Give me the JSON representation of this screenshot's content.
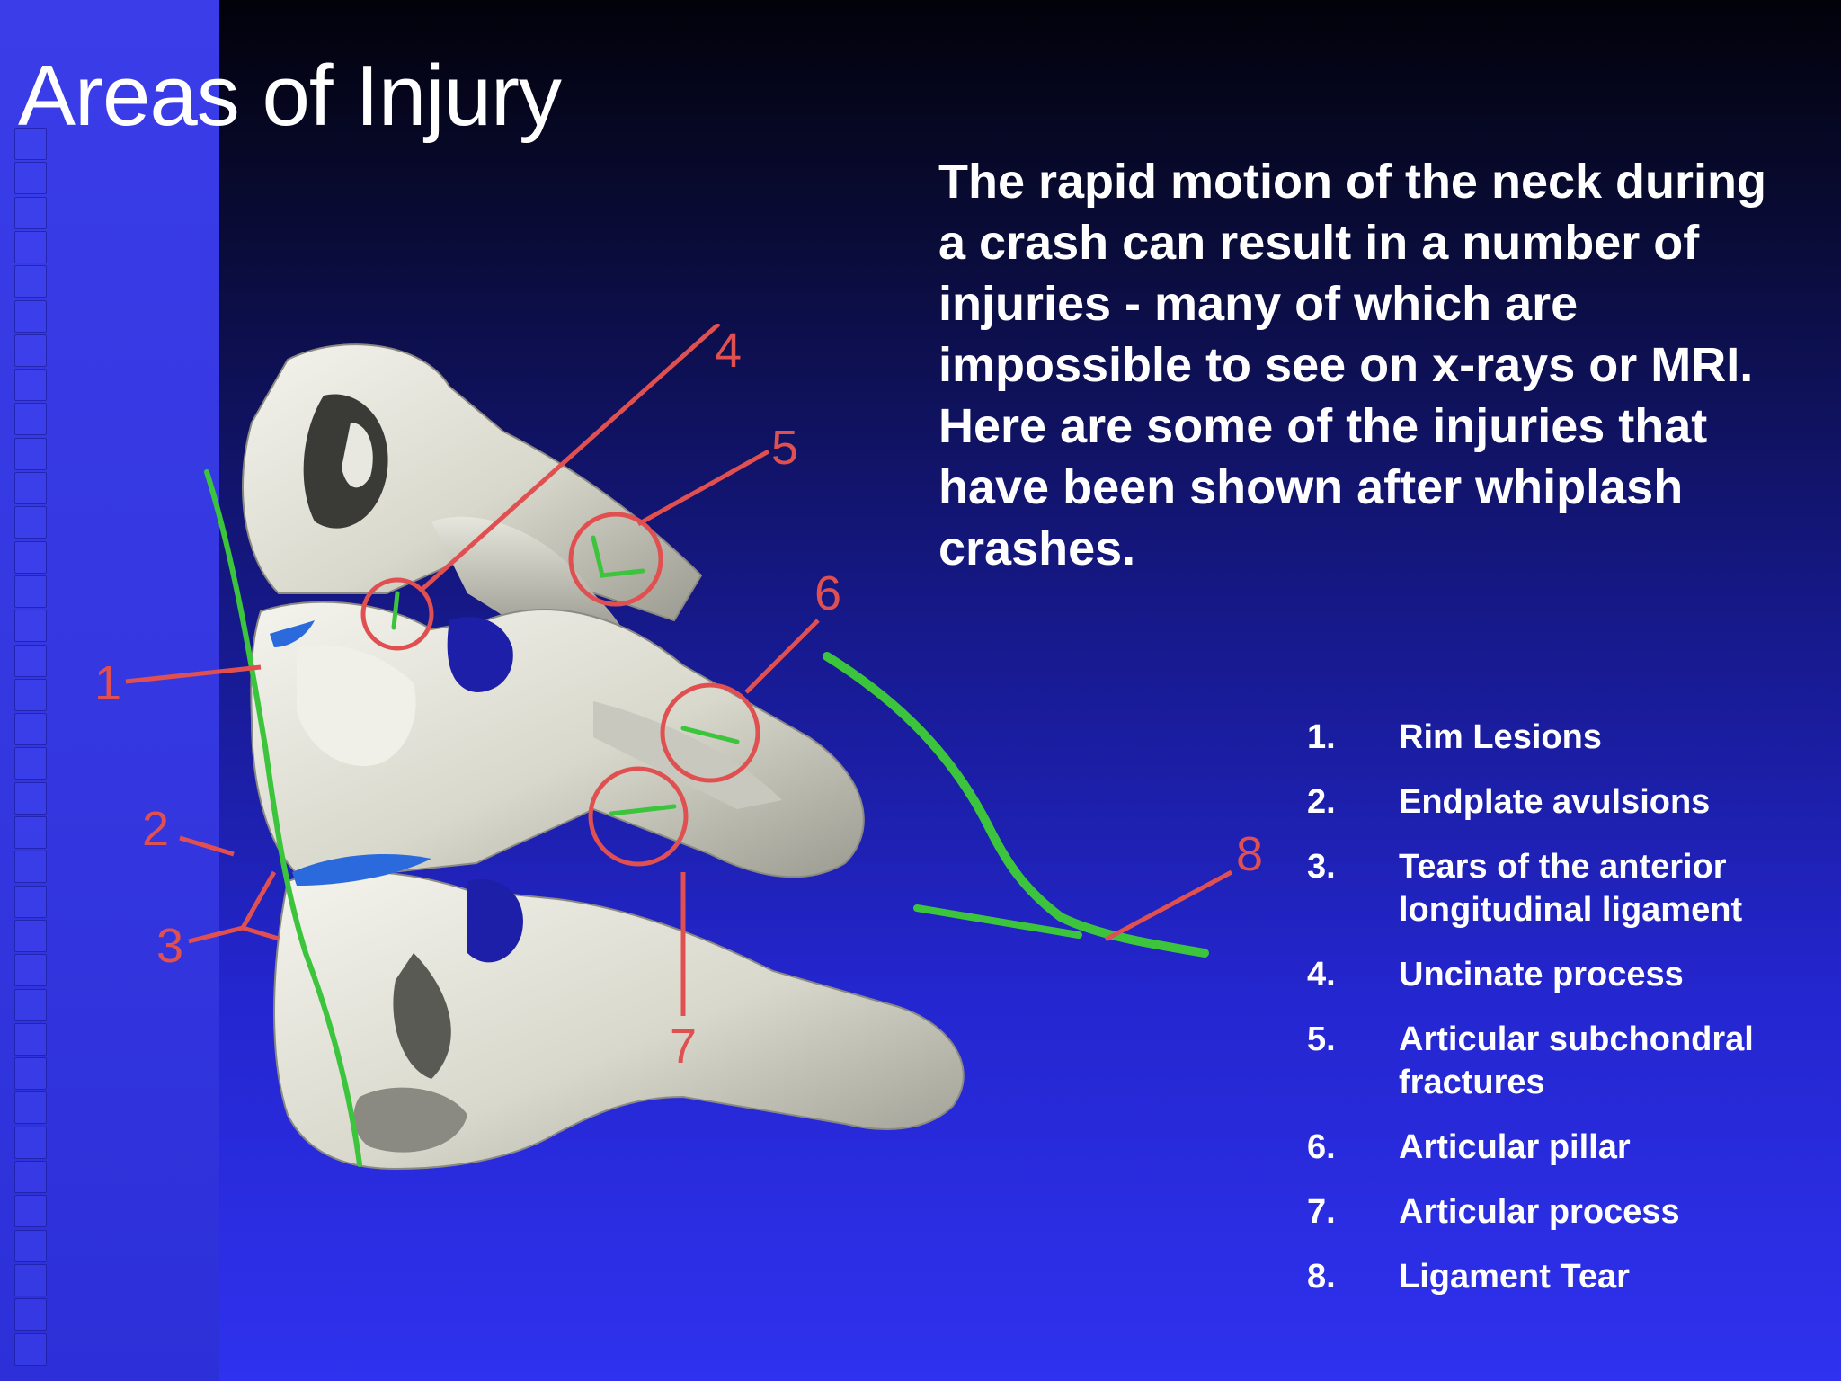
{
  "slide": {
    "title": "Areas of Injury",
    "intro": "The rapid motion of the neck during a crash can result in a number of injuries - many of which are impossible to see on x-rays or MRI. Here are some of the injuries that have been shown after whiplash crashes."
  },
  "injuries": [
    {
      "number": "1.",
      "label": "Rim Lesions"
    },
    {
      "number": "2.",
      "label": "Endplate avulsions"
    },
    {
      "number": "3.",
      "label": "Tears of the anterior longitudinal ligament"
    },
    {
      "number": "4.",
      "label": "Uncinate process"
    },
    {
      "number": "5.",
      "label": "Articular subchondral fractures"
    },
    {
      "number": "6.",
      "label": "Articular pillar"
    },
    {
      "number": "7.",
      "label": "Articular process"
    },
    {
      "number": "8.",
      "label": "Ligament Tear"
    }
  ],
  "diagram": {
    "callouts": [
      "1",
      "2",
      "3",
      "4",
      "5",
      "6",
      "7",
      "8"
    ]
  },
  "colors": {
    "background_top": "#02020a",
    "background_bottom": "#2f32ee",
    "annotation_red": "#e05050",
    "ligament_green": "#3cc43c",
    "bone": "#dcdcd2"
  }
}
